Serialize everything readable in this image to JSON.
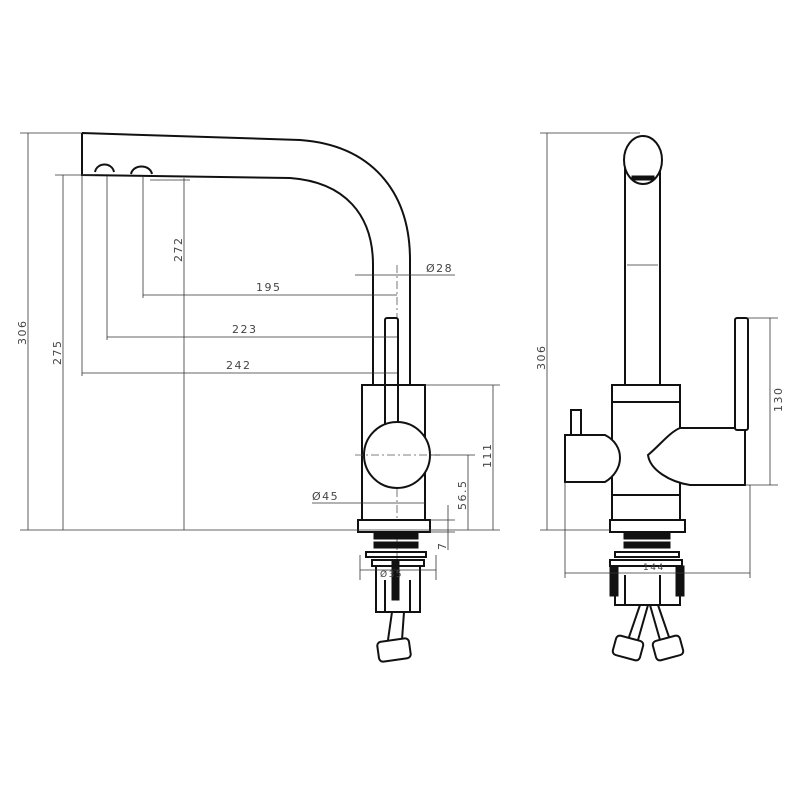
{
  "side_view": {
    "dimensions": {
      "total_height": "306",
      "spout_outlet_height": "275",
      "aerator_height": "272",
      "reach_inner_aerator": "195",
      "reach_outer_aerator": "223",
      "reach_total": "242",
      "spout_diameter": "Ø28",
      "body_height": "111",
      "body_diameter": "Ø45",
      "handle_axis_height": "56.5",
      "base_plate_thickness": "7",
      "mount_diameter": "Ø35"
    }
  },
  "front_view": {
    "dimensions": {
      "total_height": "306",
      "lever_height": "130",
      "total_width": "144"
    }
  },
  "colors": {
    "line": "#111111",
    "dimension": "#333333",
    "background": "#ffffff"
  }
}
